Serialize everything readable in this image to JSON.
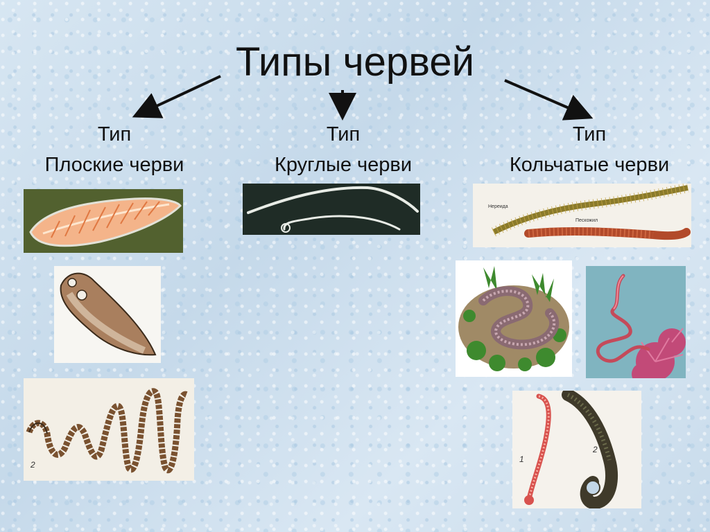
{
  "title": "Типы червей",
  "columns": [
    {
      "type_word": "Тип",
      "name": "Плоские черви"
    },
    {
      "type_word": "Тип",
      "name": "Круглые черви"
    },
    {
      "type_word": "Тип",
      "name": "Кольчатые черви"
    }
  ],
  "image_labels": {
    "nereis": "Нереида",
    "lugworm": "Пескожил",
    "tapeworm_num": "2",
    "leech_num_1": "1",
    "leech_num_2": "2"
  },
  "colors": {
    "background": "#cfe0ee",
    "text": "#111111",
    "arrow": "#111111"
  }
}
